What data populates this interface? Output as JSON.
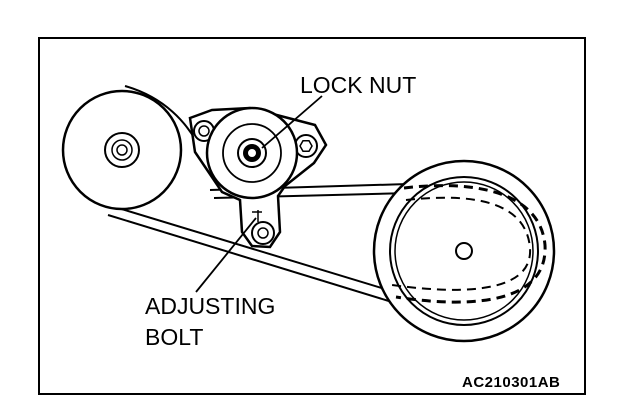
{
  "diagram": {
    "labels": {
      "lock_nut": "LOCK NUT",
      "adjusting_line1": "ADJUSTING",
      "adjusting_line2": "BOLT"
    },
    "figure_code": "AC210301AB"
  }
}
